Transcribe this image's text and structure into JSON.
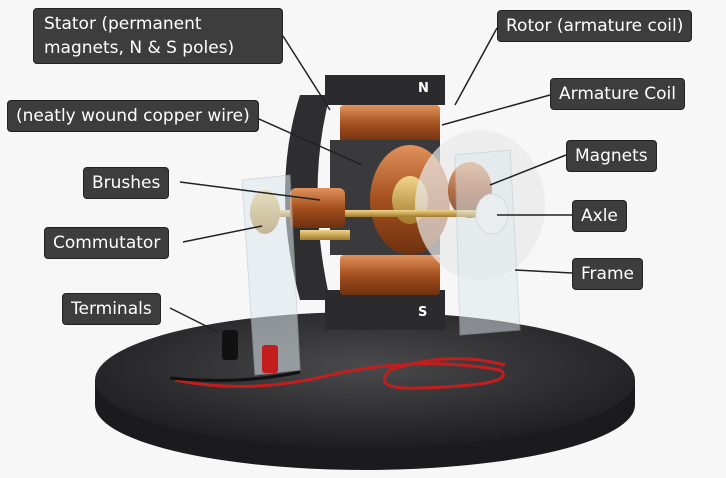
{
  "labels": {
    "stator_line1": "Stator (permanent",
    "stator_line2": "magnets, N & S poles)",
    "rotor": "Rotor (armature coil)",
    "wire": "(neatly wound copper wire)",
    "armature_coil": "Armature Coil",
    "magnets": "Magnets",
    "brushes": "Brushes",
    "axle": "Axle",
    "commutator": "Commutator",
    "frame": "Frame",
    "terminals": "Terminals"
  },
  "poles": {
    "north": "N",
    "south": "S"
  },
  "colors": {
    "label_bg": "#3d3d3d",
    "copper": "#b8642e",
    "base": "#2a2a2c",
    "brass": "#c9a24a"
  }
}
